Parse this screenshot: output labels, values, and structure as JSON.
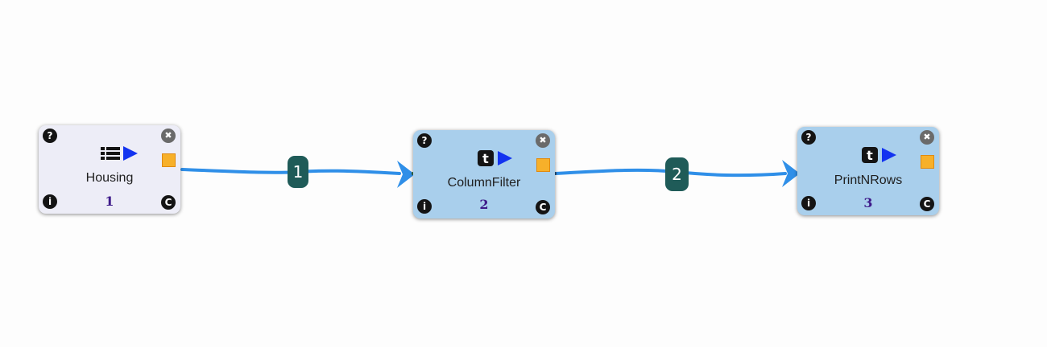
{
  "workflow": {
    "nodes": [
      {
        "label": "Housing",
        "index": "1",
        "type_icon": "list-icon",
        "action_icon": "run-triangle-icon",
        "status_color": "#f7b02a"
      },
      {
        "label": "ColumnFilter",
        "index": "2",
        "type_icon": "t-icon",
        "action_icon": "run-triangle-icon",
        "status_color": "#f7b02a"
      },
      {
        "label": "PrintNRows",
        "index": "3",
        "type_icon": "t-icon",
        "action_icon": "run-triangle-icon",
        "status_color": "#f7b02a"
      }
    ],
    "node_buttons": {
      "help": "?",
      "close": "✖",
      "info": "i",
      "config": "C"
    },
    "edges": [
      {
        "label": "1",
        "from": "Housing",
        "to": "ColumnFilter"
      },
      {
        "label": "2",
        "from": "ColumnFilter",
        "to": "PrintNRows"
      }
    ],
    "colors": {
      "edge": "#2f8fe8",
      "edge_badge": "#1f5b58",
      "run_arrow": "#1333f0",
      "source_node_bg": "#ededf7",
      "filter_node_bg": "#a9cfec",
      "index_text": "#3e1a8a"
    }
  }
}
